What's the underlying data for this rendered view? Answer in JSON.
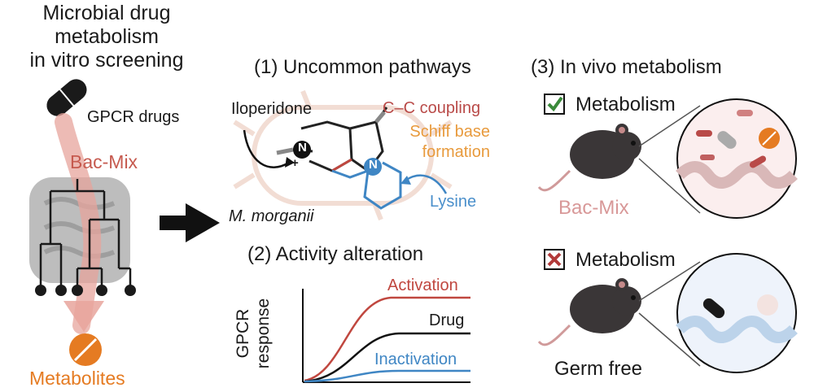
{
  "column1": {
    "title": "Microbial drug\nmetabolism\nin vitro screening",
    "gpcr_drugs": "GPCR drugs",
    "bac_mix": "Bac-Mix",
    "metabolites": "Metabolites"
  },
  "panel1": {
    "title": "(1) Uncommon pathways",
    "iloperidone": "Iloperidone",
    "cc_coupling": "C–C coupling",
    "schiff_base": "Schiff base\nformation",
    "lysine": "Lysine",
    "organism": "M. morganii",
    "atom_n": "N",
    "charge": "+"
  },
  "panel2": {
    "title": "(2) Activity alteration",
    "ylabel": "GPCR\nresponse",
    "series": [
      {
        "name": "Activation",
        "color": "#c0473f"
      },
      {
        "name": "Drug",
        "color": "#1a1a1a"
      },
      {
        "name": "Inactivation",
        "color": "#3f86c4"
      }
    ]
  },
  "panel3": {
    "title": "(3) In vivo metabolism",
    "row1": {
      "status": "check",
      "label": "Metabolism",
      "group": "Bac-Mix"
    },
    "row2": {
      "status": "cross",
      "label": "Metabolism",
      "group": "Germ free"
    }
  },
  "colors": {
    "bac_mix": "#c65a4f",
    "metabolite": "#e57b22",
    "schiff": "#e89a3c",
    "lysine": "#4a8fcb",
    "check": "#3a8a3a",
    "cross": "#b23a3a"
  }
}
